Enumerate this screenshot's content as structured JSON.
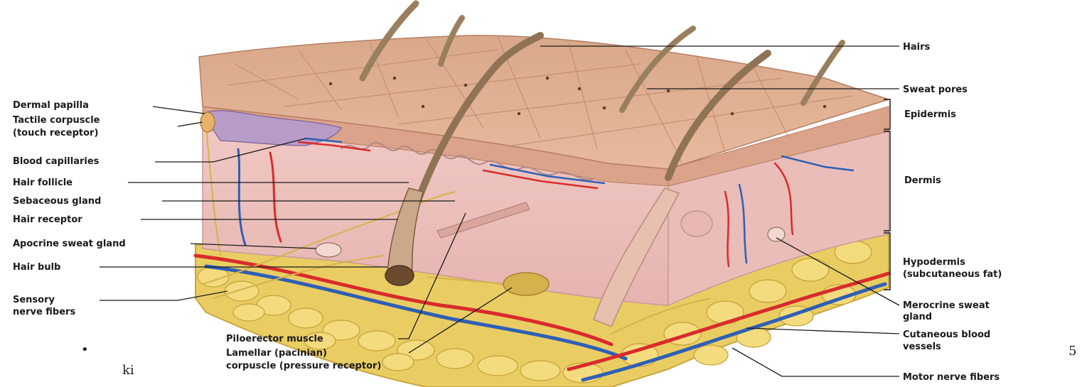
{
  "labels": {
    "dermal_papilla": "Dermal papilla",
    "tactile_corpuscle_1": "Tactile corpuscle",
    "tactile_corpuscle_2": "(touch receptor)",
    "blood_capillaries": "Blood capillaries",
    "hair_follicle": "Hair follicle",
    "sebaceous_gland": "Sebaceous gland",
    "hair_receptor": "Hair receptor",
    "apocrine_sweat_gland": "Apocrine sweat gland",
    "hair_bulb": "Hair bulb",
    "sensory_nerve_1": "Sensory",
    "sensory_nerve_2": "nerve fibers",
    "arrector_pili": "Piloerector muscle",
    "lamellar_1": "Lamellar (pacinian)",
    "lamellar_2": "corpuscle (pressure receptor)",
    "hairs": "Hairs",
    "sweat_pores": "Sweat pores",
    "epidermis": "Epidermis",
    "dermis": "Dermis",
    "hypodermis_1": "Hypodermis",
    "hypodermis_2": "(subcutaneous fat)",
    "merocrine_1": "Merocrine sweat",
    "merocrine_2": "gland",
    "cutaneous_1": "Cutaneous blood",
    "cutaneous_2": "vessels",
    "motor_nerve": "Motor nerve fibers"
  },
  "misc": {
    "bullet": "•",
    "fragment": "ki",
    "page_number": "5"
  },
  "colors": {
    "epidermis": "#e2b294",
    "dermis": "#eec3c0",
    "fat": "#e9cd63",
    "artery": "#d92b2b",
    "vein": "#2f5fb5",
    "nerve": "#d6b24c",
    "hair": "#9a7f5f"
  }
}
